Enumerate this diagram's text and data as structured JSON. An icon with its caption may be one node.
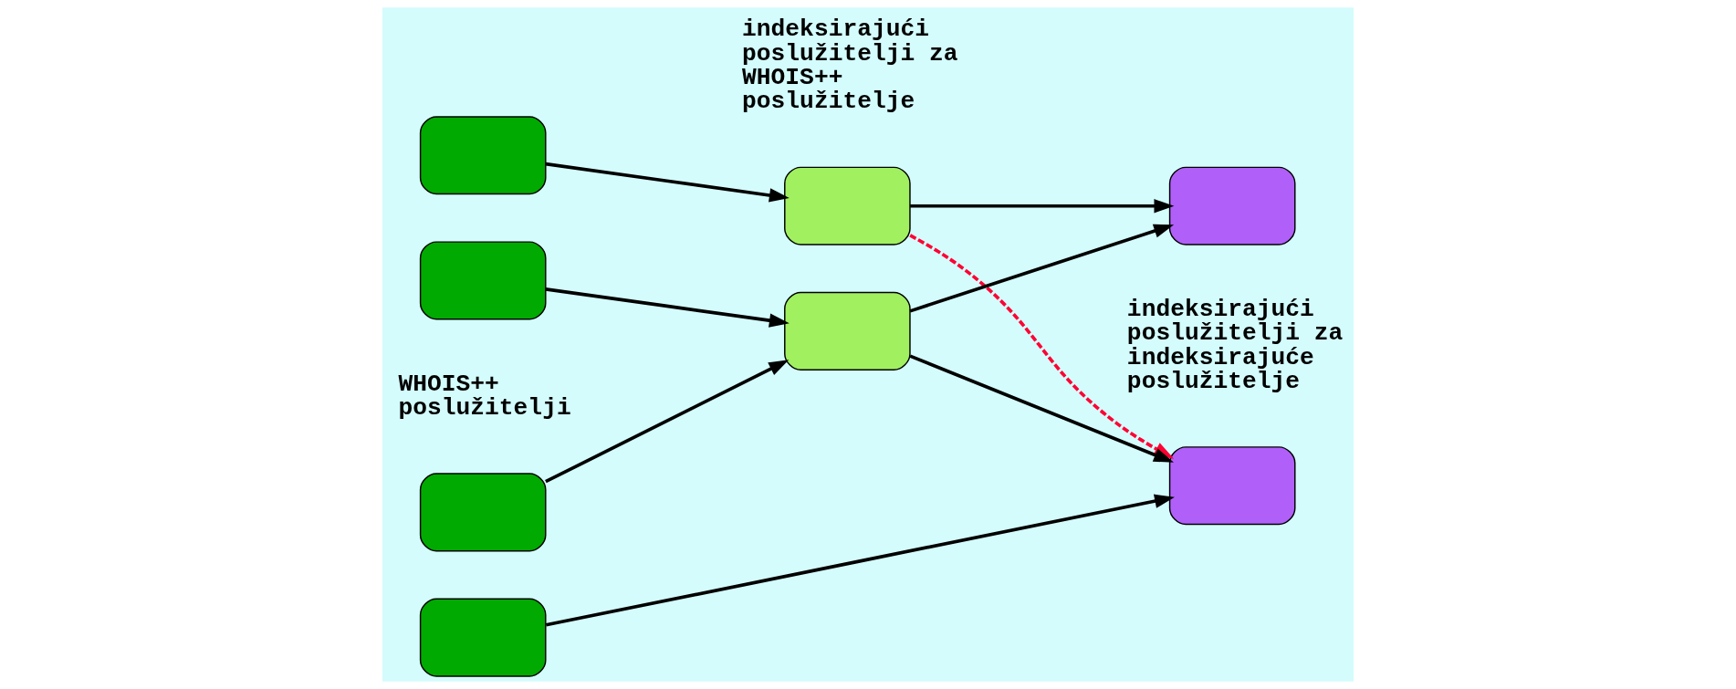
{
  "diagram": {
    "nodes": [
      {
        "text": [],
        "shape": "box"
      },
      {
        "text": [],
        "shape": "box"
      },
      {
        "text": [],
        "shape": "box"
      },
      {
        "text": [],
        "shape": "box"
      },
      {
        "text": [],
        "shape": "box"
      },
      {
        "text": [],
        "shape": "box"
      },
      {
        "text": [],
        "shape": "box"
      },
      {
        "text": [],
        "shape": "box"
      }
    ],
    "edges": [
      {
        "from": 0,
        "to": 4,
        "arrow": "to"
      },
      {
        "from": 1,
        "to": 5,
        "arrow": "to"
      },
      {
        "from": 2,
        "to": 5,
        "arrow": "to"
      },
      {
        "from": 3,
        "to": 7,
        "arrow": "to"
      },
      {
        "from": 4,
        "to": 6,
        "arrow": "to"
      },
      {
        "from": 5,
        "to": 6,
        "arrow": "to"
      },
      {
        "from": 5,
        "to": 7,
        "arrow": "to"
      },
      {
        "from": 4,
        "to": 7,
        "arrow": "to",
        "style": "dashed",
        "color": "#ff0033"
      }
    ],
    "labels": [
      "indeksirajući poslužitelji za WHOIS++ poslužitelje",
      "WHOIS++ poslužitelji",
      "indeksirajući poslužitelji za indeksirajuće poslužitelje"
    ]
  }
}
